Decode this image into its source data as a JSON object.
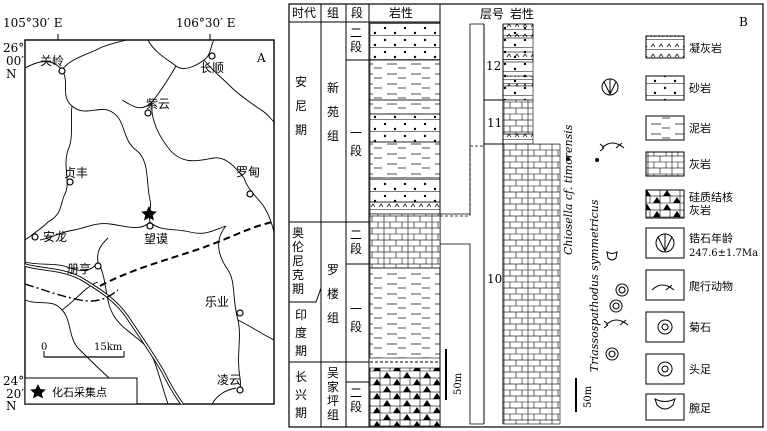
{
  "map": {
    "panel_label": "A",
    "lon_left": "105°30′ E",
    "lon_right": "106°30′ E",
    "lat_top_deg": "26°",
    "lat_top_min": "00′",
    "lat_top_dir": "N",
    "lat_bottom_deg": "24°",
    "lat_bottom_min": "20′",
    "lat_bottom_dir": "N",
    "scale_start": "0",
    "scale_end": "15km",
    "legend_star": "化石采集点",
    "towns": [
      "关岭",
      "长顺",
      "紫云",
      "贞丰",
      "罗甸",
      "安龙",
      "望谟",
      "册亨",
      "乐业",
      "凌云"
    ]
  },
  "column": {
    "panel_label": "B",
    "headers": {
      "era": "时代",
      "formation": "组",
      "member": "段",
      "lithology": "岩性",
      "layer": "层号",
      "lithology2": "岩性"
    },
    "eras": [
      "安尼期",
      "奥伦尼克期",
      "印度期",
      "长兴期"
    ],
    "formations": [
      "新苑组",
      "罗楼组",
      "吴家坪组"
    ],
    "members": [
      "二段",
      "一段",
      "二段",
      "一段",
      "二段"
    ],
    "layers": [
      "12",
      "11",
      "10"
    ],
    "scale_label": "50m",
    "scale_label2": "50m",
    "species": [
      "Chiosella cf. timorensis",
      "Triassospathodus symmetricus"
    ]
  },
  "legend": {
    "items": [
      "凝灰岩",
      "砂岩",
      "泥岩",
      "灰岩",
      "硅质结核",
      "灰岩",
      "锆石年龄",
      "247.6±1.7Ma",
      "爬行动物",
      "菊石",
      "头足",
      "腕足"
    ]
  }
}
